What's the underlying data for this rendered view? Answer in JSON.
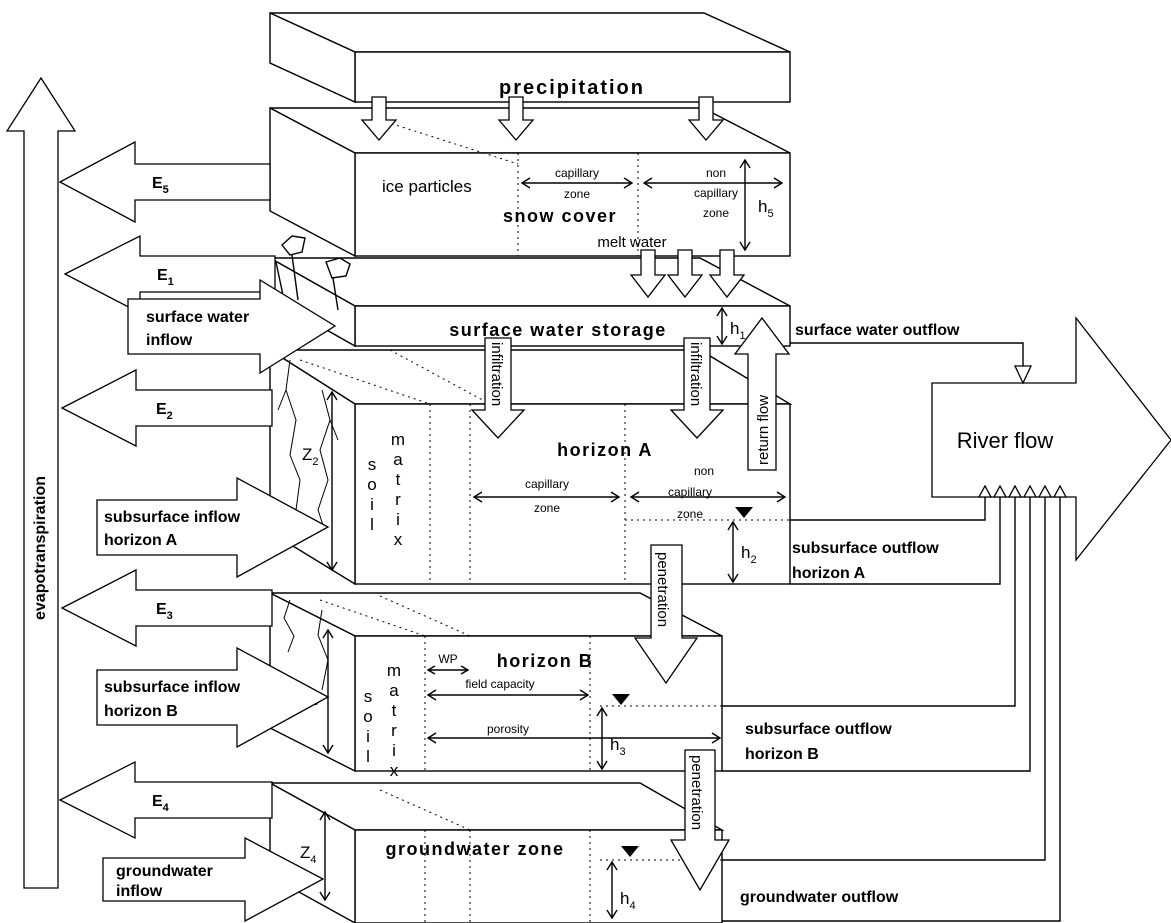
{
  "labels": {
    "precipitation": "precipitation",
    "evapotranspiration": "evapotranspiration",
    "snow_cover": "snow cover",
    "ice_particles": "ice particles",
    "melt_water": "melt water",
    "surface_water_storage": "surface water storage",
    "surface_water_inflow_1": "surface water",
    "surface_water_inflow_2": "inflow",
    "surface_water_outflow": "surface water outflow",
    "infiltration": "infiltration",
    "return_flow": "return flow",
    "horizon_a": "horizon A",
    "horizon_b": "horizon B",
    "subsurface_inflow_a_1": "subsurface inflow",
    "subsurface_inflow_a_2": "horizon A",
    "subsurface_inflow_b_1": "subsurface inflow",
    "subsurface_inflow_b_2": "horizon B",
    "subsurface_outflow_a_1": "subsurface outflow",
    "subsurface_outflow_a_2": "horizon A",
    "subsurface_outflow_b_1": "subsurface outflow",
    "subsurface_outflow_b_2": "horizon B",
    "penetration": "penetration",
    "groundwater_zone": "groundwater zone",
    "groundwater_inflow_1": "groundwater",
    "groundwater_inflow_2": "inflow",
    "groundwater_outflow": "groundwater outflow",
    "river_flow": "River flow",
    "capillary": "capillary",
    "zone": "zone",
    "non": "non",
    "soil": [
      "s",
      "o",
      "i",
      "l"
    ],
    "matrix": [
      "m",
      "a",
      "t",
      "r",
      "i",
      "x"
    ],
    "wp": "WP",
    "field_capacity": "field capacity",
    "porosity": "porosity",
    "E": "E",
    "h": "h",
    "Z": "Z",
    "idx": [
      "1",
      "2",
      "3",
      "4",
      "5"
    ]
  }
}
